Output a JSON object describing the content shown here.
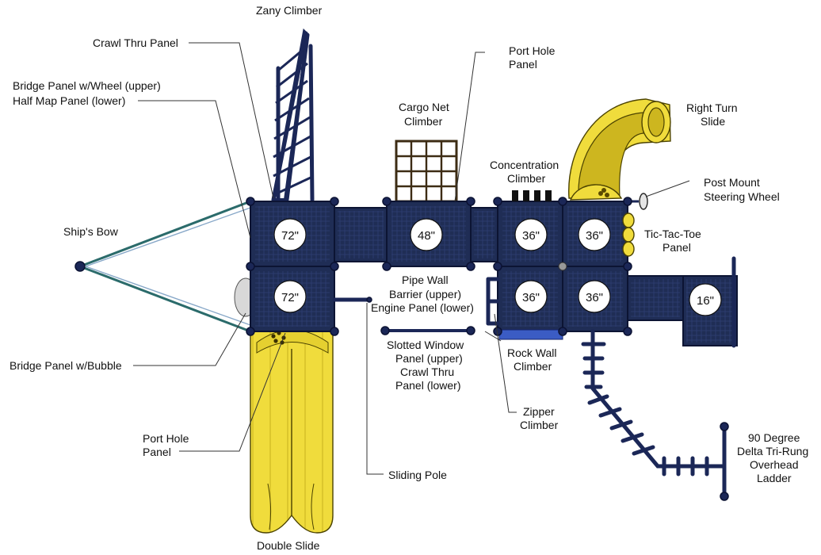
{
  "labels": {
    "zany_climber": "Zany Climber",
    "crawl_thru_panel": "Crawl Thru Panel",
    "bridge_panel_wheel_1": "Bridge Panel w/Wheel (upper)",
    "bridge_panel_wheel_2": "Half Map Panel (lower)",
    "ships_bow": "Ship's Bow",
    "bridge_panel_bubble": "Bridge Panel w/Bubble",
    "port_hole_panel_left_1": "Port Hole",
    "port_hole_panel_left_2": "Panel",
    "double_slide": "Double Slide",
    "sliding_pole": "Sliding Pole",
    "cargo_net_1": "Cargo Net",
    "cargo_net_2": "Climber",
    "port_hole_panel_top_1": "Port Hole",
    "port_hole_panel_top_2": "Panel",
    "concentration_1": "Concentration",
    "concentration_2": "Climber",
    "right_turn_1": "Right Turn",
    "right_turn_2": "Slide",
    "post_mount_1": "Post Mount",
    "post_mount_2": "Steering Wheel",
    "tic_tac_toe_1": "Tic-Tac-Toe",
    "tic_tac_toe_2": "Panel",
    "pipe_wall_1": "Pipe Wall",
    "pipe_wall_2": "Barrier (upper)",
    "pipe_wall_3": "Engine Panel (lower)",
    "slotted_1": "Slotted Window",
    "slotted_2": "Panel (upper)",
    "slotted_3": "Crawl Thru",
    "slotted_4": "Panel (lower)",
    "rock_wall_1": "Rock Wall",
    "rock_wall_2": "Climber",
    "zipper_1": "Zipper",
    "zipper_2": "Climber",
    "delta_1": "90 Degree",
    "delta_2": "Delta Tri-Rung",
    "delta_3": "Overhead",
    "delta_4": "Ladder"
  },
  "decks": {
    "d1": "72\"",
    "d2": "48\"",
    "d3": "36\"",
    "d4": "36\"",
    "d5": "72\"",
    "d6": "36\"",
    "d7": "36\"",
    "d8": "16\""
  },
  "colors": {
    "frame": "#1b2757",
    "deck": "#1f2d55",
    "slide": "#f0dc3c",
    "label": "#111111"
  }
}
